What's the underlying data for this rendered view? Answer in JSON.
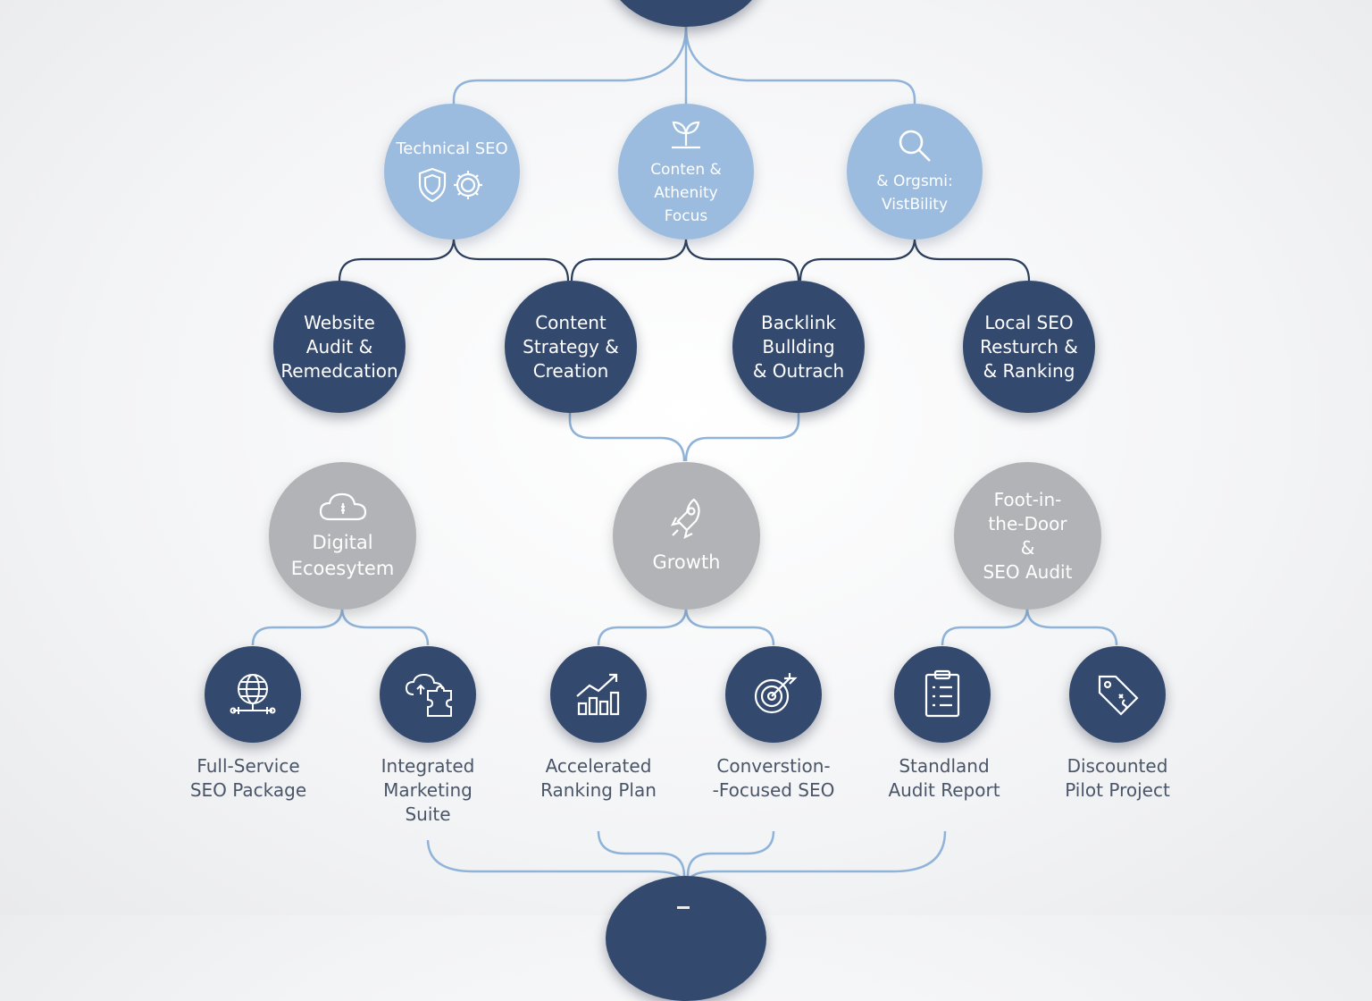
{
  "tier1": [
    {
      "label": "Technical SEO",
      "icon": "shield-gear-icon"
    },
    {
      "label": "Conten & Athenity\nFocus",
      "icon": "sprout-icon"
    },
    {
      "label": "& Orgsmi:\nVistBility",
      "icon": "magnifier-icon"
    }
  ],
  "tier2": [
    {
      "label": "Website\nAudit &\nRemedcation"
    },
    {
      "label": "Content\nStrategy &\nCreation"
    },
    {
      "label": "Backlink\nBullding\n& Outrach"
    },
    {
      "label": "Local SEO\nResturch &\n& Ranking"
    }
  ],
  "tier3": [
    {
      "label": "Digital\nEcoesytem",
      "icon": "cloud-icon"
    },
    {
      "label": "Growth",
      "icon": "rocket-icon"
    },
    {
      "label": "Foot-in-\nthe-Door\n&\nSEO Audit"
    }
  ],
  "packages": [
    {
      "label": "Full-Service\nSEO Package",
      "icon": "globe-network-icon"
    },
    {
      "label": "Integrated\nMarketing\nSuite",
      "icon": "cloud-puzzle-icon"
    },
    {
      "label": "Accelerated\nRanking Plan",
      "icon": "growth-chart-icon"
    },
    {
      "label": "Converstion-\n-Focused SEO",
      "icon": "target-icon"
    },
    {
      "label": "Standland\nAudit Report",
      "icon": "clipboard-icon"
    },
    {
      "label": "Discounted\nPilot Project",
      "icon": "price-tag-icon"
    }
  ],
  "colors": {
    "light_node": "#9bbcde",
    "dark_node": "#34496e",
    "gray_node": "#b1b3b6",
    "light_line": "#8fb3d9",
    "dark_line": "#2c3e5c",
    "caption_text": "#4a5568"
  }
}
